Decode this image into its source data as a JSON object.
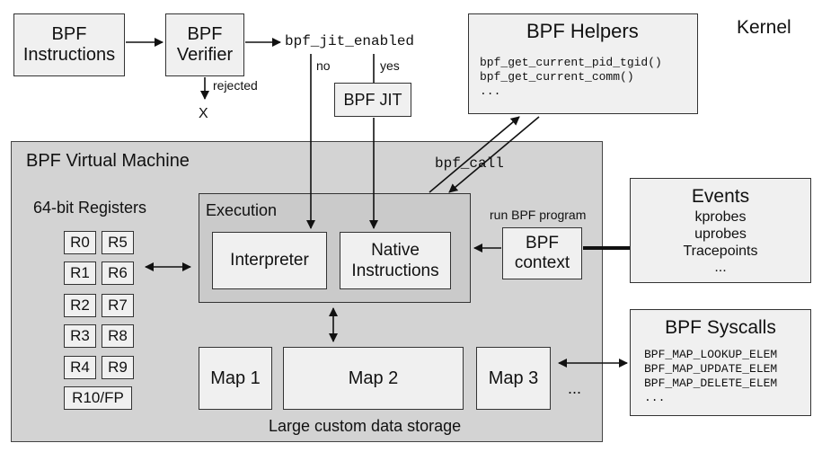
{
  "kernel_label": "Kernel",
  "bpf_instructions": "BPF\nInstructions",
  "bpf_verifier": "BPF\nVerifier",
  "rejected_label": "rejected",
  "rejected_x": "X",
  "bpf_jit_enabled": "bpf_jit_enabled",
  "no_label": "no",
  "yes_label": "yes",
  "bpf_jit": "BPF JIT",
  "helpers": {
    "title": "BPF Helpers",
    "lines": [
      "bpf_get_current_pid_tgid()",
      "bpf_get_current_comm()",
      "..."
    ]
  },
  "bpf_call": "bpf_call",
  "vm": {
    "title": "BPF Virtual Machine",
    "registers_title": "64-bit Registers",
    "registers": [
      "R0",
      "R5",
      "R1",
      "R6",
      "R2",
      "R7",
      "R3",
      "R8",
      "R4",
      "R9",
      "R10/FP"
    ],
    "execution_title": "Execution",
    "interpreter": "Interpreter",
    "native": "Native\nInstructions",
    "run_bpf_program": "run BPF program",
    "bpf_context": "BPF\ncontext",
    "maps": [
      "Map 1",
      "Map 2",
      "Map 3"
    ],
    "maps_more": "...",
    "storage_label": "Large custom data storage"
  },
  "events": {
    "title": "Events",
    "items": [
      "kprobes",
      "uprobes",
      "Tracepoints",
      "..."
    ]
  },
  "syscalls": {
    "title": "BPF Syscalls",
    "lines": [
      "BPF_MAP_LOOKUP_ELEM",
      "BPF_MAP_UPDATE_ELEM",
      "BPF_MAP_DELETE_ELEM",
      "..."
    ]
  }
}
